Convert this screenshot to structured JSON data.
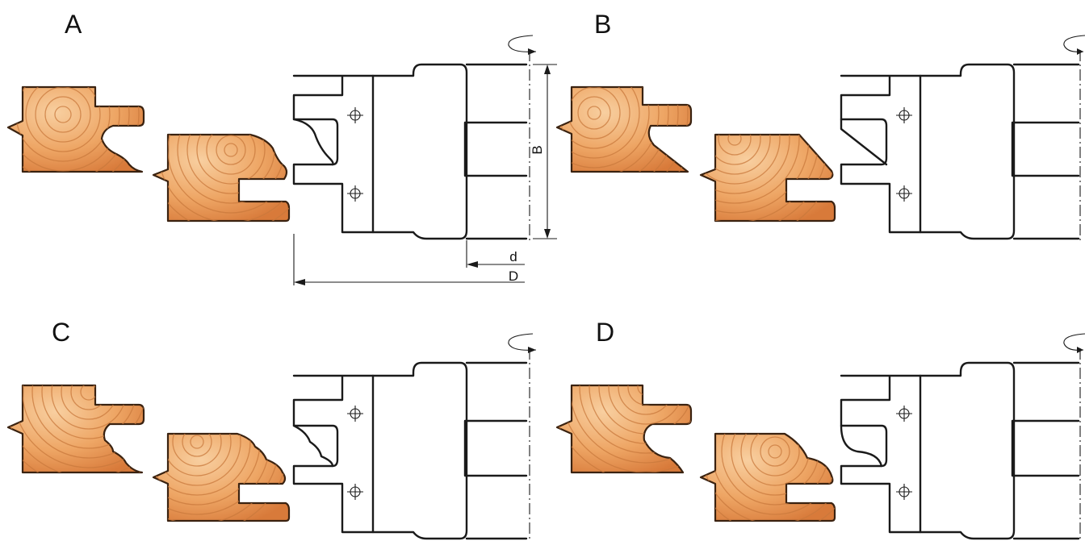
{
  "panels": [
    {
      "letter": "A"
    },
    {
      "letter": "B"
    },
    {
      "letter": "C"
    },
    {
      "letter": "D"
    }
  ],
  "dimensions": {
    "height": "B",
    "bore": "d",
    "diameter": "D"
  },
  "colors": {
    "wood_light": "#f6c592",
    "wood_mid": "#e89a55",
    "wood_dark": "#c96a2a",
    "outline": "#1a1a1a"
  },
  "icons": [
    "rotation-arrow-icon",
    "screw-hole-icon"
  ]
}
